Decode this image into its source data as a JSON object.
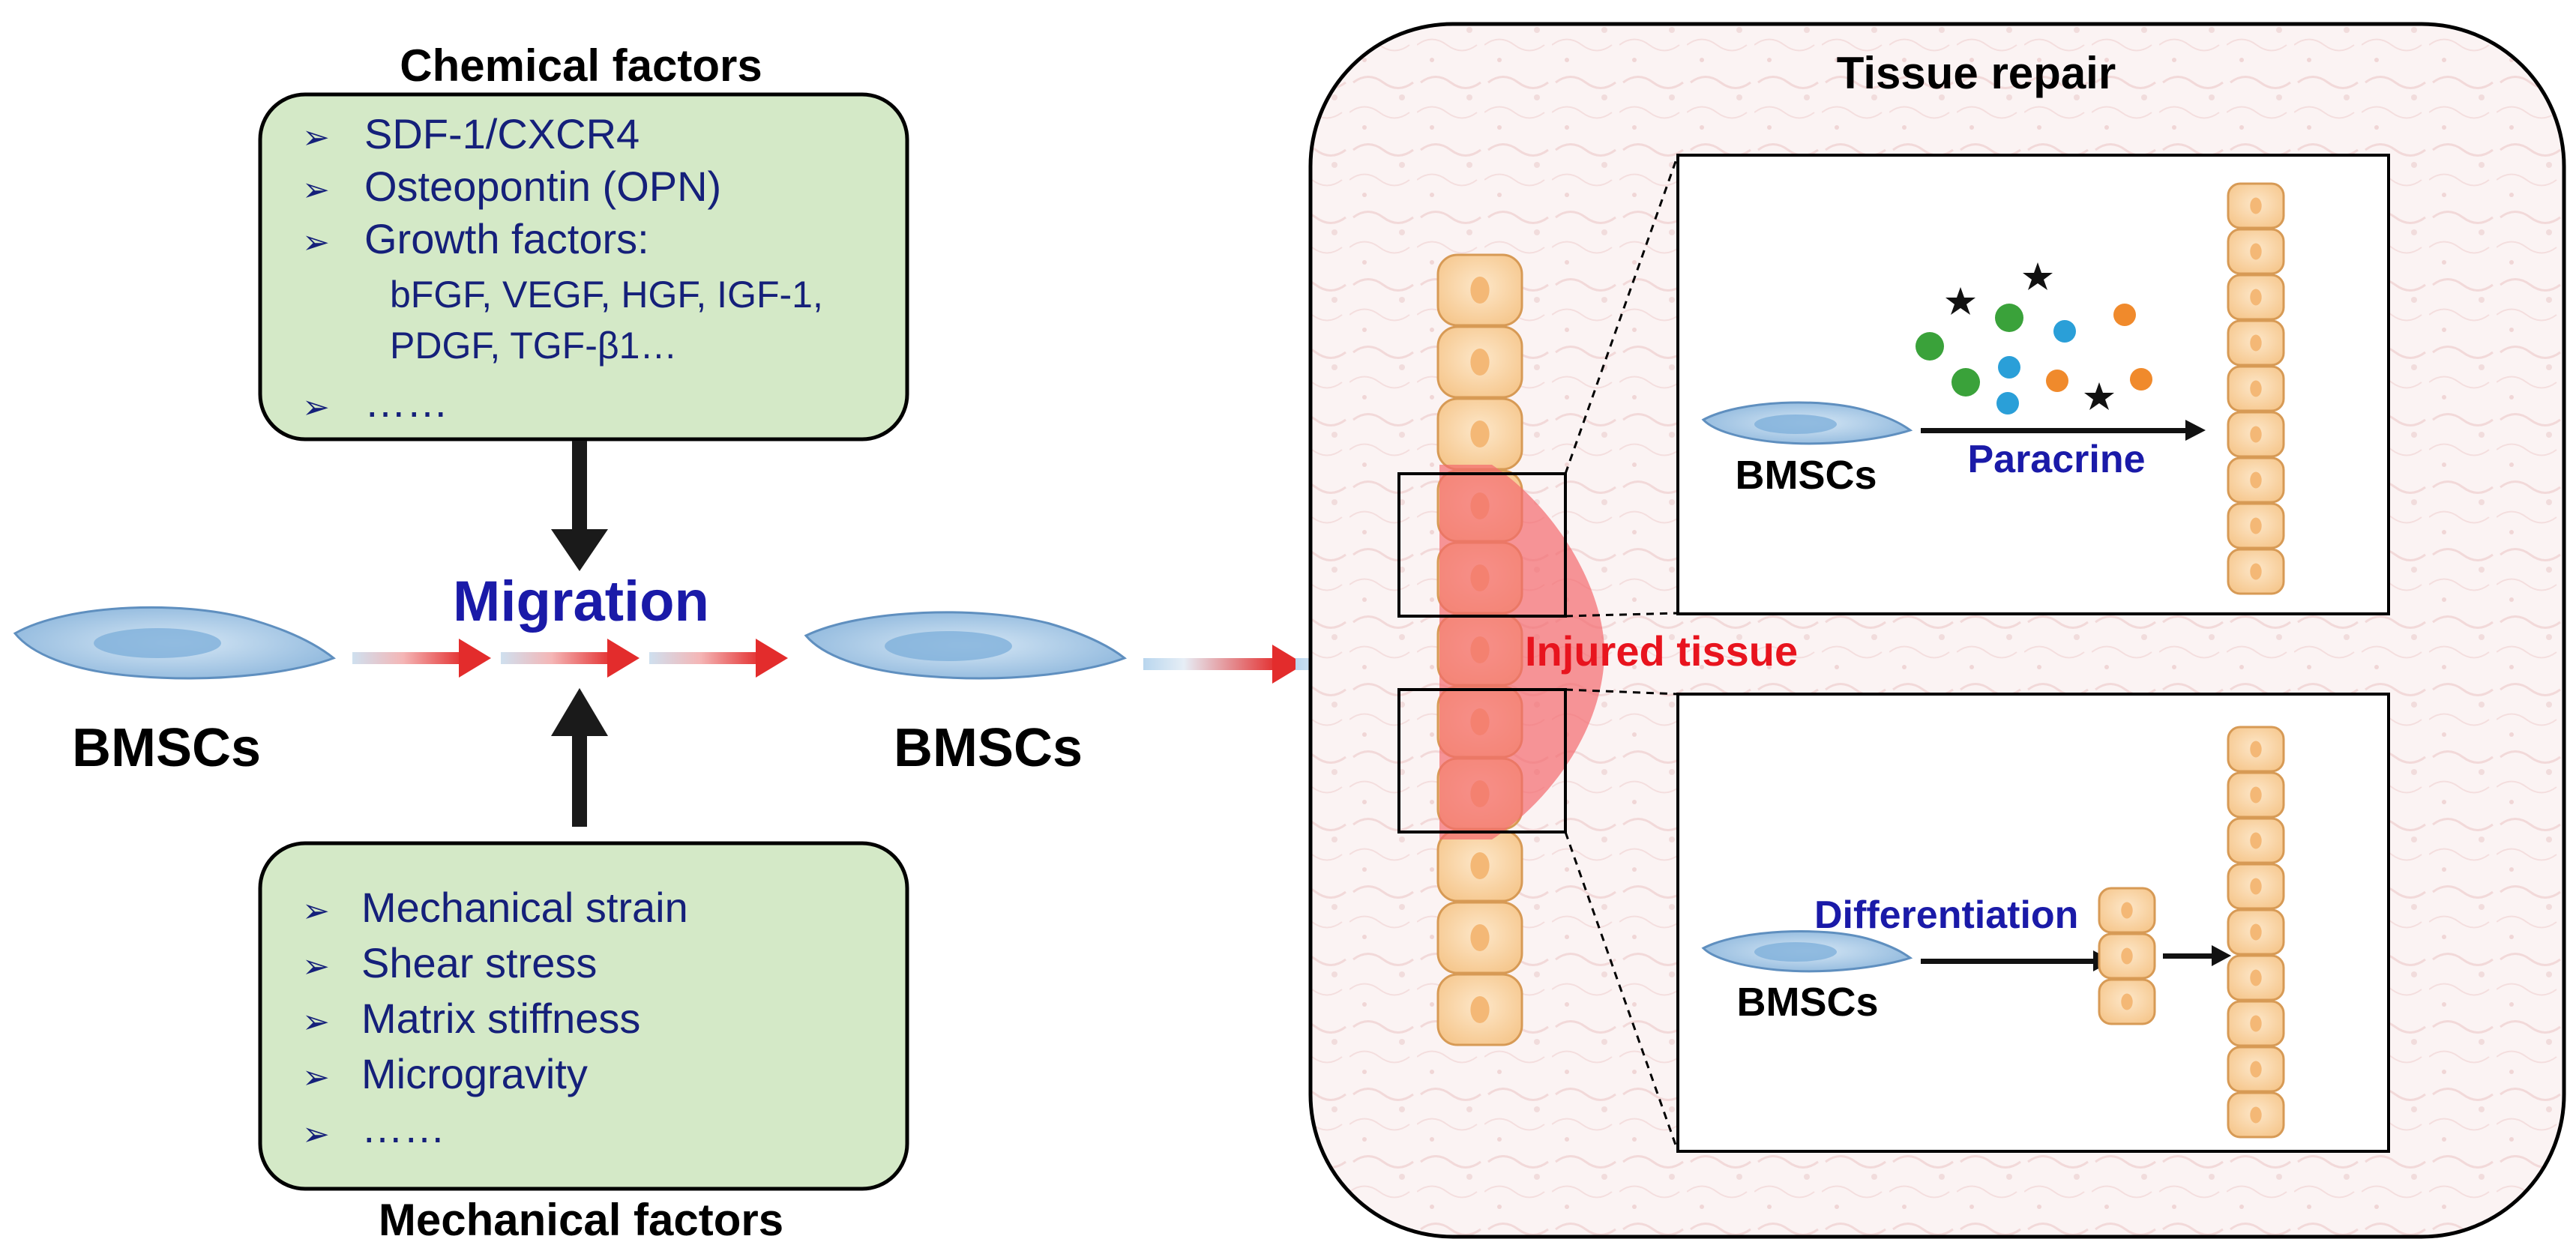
{
  "chemical": {
    "title": "Chemical factors",
    "items": [
      "SDF-1/CXCR4",
      "Osteopontin (OPN)",
      "Growth factors:"
    ],
    "sub_lines": [
      "bFGF, VEGF, HGF, IGF-1,",
      "PDGF, TGF-β1…"
    ],
    "more": "……"
  },
  "mechanical": {
    "title": "Mechanical factors",
    "items": [
      "Mechanical strain",
      "Shear stress",
      "Matrix stiffness",
      "Microgravity"
    ],
    "more": "……"
  },
  "bullet_glyph": "➢",
  "migration_label": "Migration",
  "bmsc_label": "BMSCs",
  "tissue": {
    "title": "Tissue repair",
    "injured_label": "Injured tissue",
    "paracrine_label": "Paracrine",
    "differentiation_label": "Differentiation"
  },
  "colors": {
    "factor_box_fill": "#d4e9c7",
    "item_text": "#15207a",
    "process_label": "#1a1aa8",
    "injured_text": "#e8141e",
    "injury_overlay": "#f46a6e",
    "cell_fill": "#fbd7a8",
    "cell_nucleus": "#f4b876",
    "bmsc_fill": "#a9cbe6",
    "arrow_red": "#e32c2c",
    "dot_green": "#3aa23a",
    "dot_blue": "#2a9fd8",
    "dot_orange": "#f08a2c"
  },
  "icons": [
    "bullet-arrow-icon",
    "bmsc-cell-icon",
    "tissue-cell-icon",
    "star-icon",
    "arrow-icon"
  ]
}
